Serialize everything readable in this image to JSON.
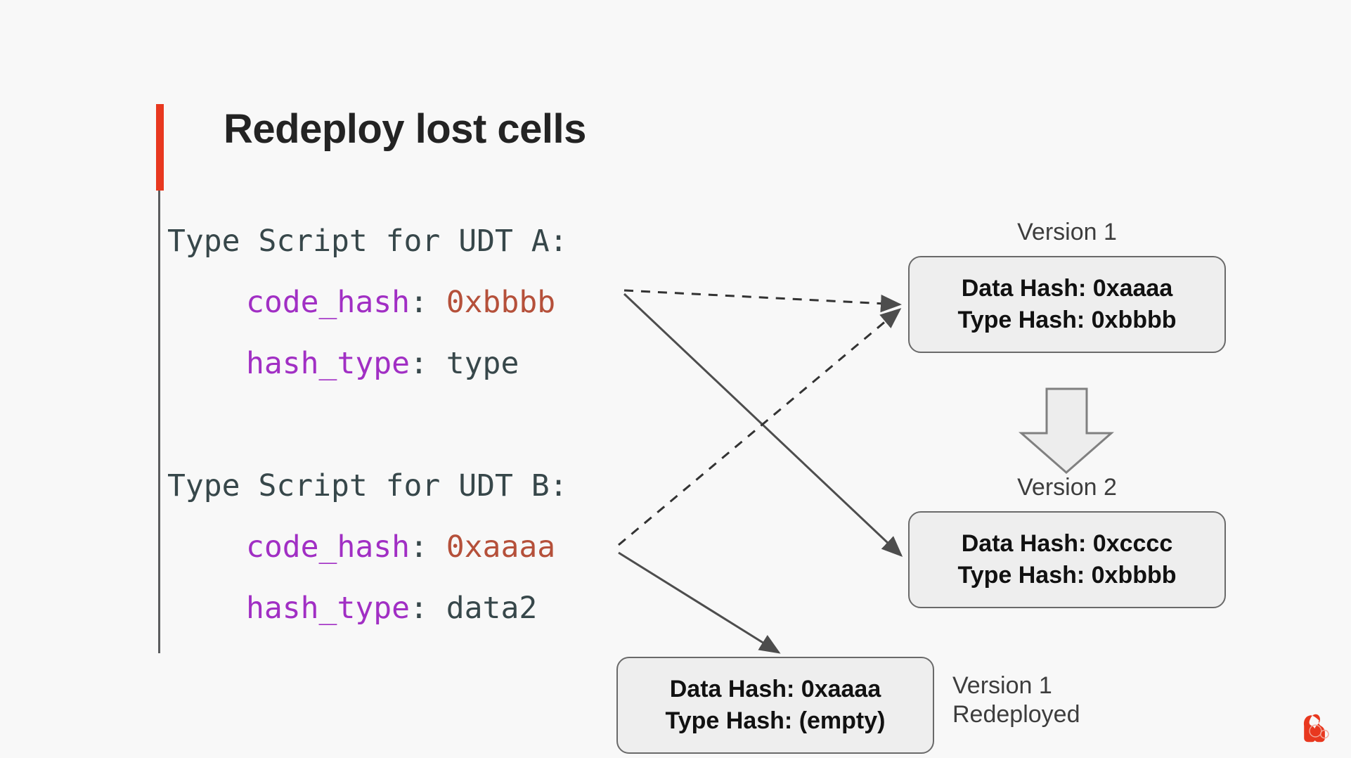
{
  "slide": {
    "title": "Redeploy lost cells",
    "accent_color": "#e8381f",
    "background_color": "#f8f8f8"
  },
  "code": {
    "language": "yaml",
    "colors": {
      "plain": "#37474a",
      "key": "#a12fc4",
      "hex_value": "#b5503a"
    },
    "lines": [
      {
        "indent": false,
        "tokens": [
          {
            "type": "plain",
            "text": "Type Script for UDT A:"
          }
        ]
      },
      {
        "indent": true,
        "tokens": [
          {
            "type": "key",
            "text": "code_hash"
          },
          {
            "type": "punc",
            "text": ": "
          },
          {
            "type": "hex",
            "text": "0xbbbb"
          }
        ]
      },
      {
        "indent": true,
        "tokens": [
          {
            "type": "key",
            "text": "hash_type"
          },
          {
            "type": "punc",
            "text": ": "
          },
          {
            "type": "plain",
            "text": "type"
          }
        ]
      },
      {
        "indent": false,
        "tokens": []
      },
      {
        "indent": false,
        "tokens": [
          {
            "type": "plain",
            "text": "Type Script for UDT B:"
          }
        ]
      },
      {
        "indent": true,
        "tokens": [
          {
            "type": "key",
            "text": "code_hash"
          },
          {
            "type": "punc",
            "text": ": "
          },
          {
            "type": "hex",
            "text": "0xaaaa"
          }
        ]
      },
      {
        "indent": true,
        "tokens": [
          {
            "type": "key",
            "text": "hash_type"
          },
          {
            "type": "punc",
            "text": ": "
          },
          {
            "type": "plain",
            "text": "data2"
          }
        ]
      }
    ]
  },
  "diagram": {
    "version_1_label": "Version 1",
    "version_2_label": "Version 2",
    "redeploy_label_line1": "Version 1",
    "redeploy_label_line2": "Redeployed",
    "cells": {
      "v1": {
        "data_hash": "Data Hash: 0xaaaa",
        "type_hash": "Type Hash: 0xbbbb"
      },
      "v2": {
        "data_hash": "Data Hash: 0xcccc",
        "type_hash": "Type Hash: 0xbbbb"
      },
      "redeployed": {
        "data_hash": "Data Hash: 0xaaaa",
        "type_hash": "Type Hash: (empty)"
      }
    },
    "upgrade_arrow": "down-block-arrow",
    "connectors": [
      {
        "name": "udt-a-to-v1",
        "style": "dashed",
        "from": "code_hash 0xbbbb",
        "to": "Version 1 cell"
      },
      {
        "name": "udt-a-to-v2",
        "style": "solid",
        "from": "code_hash 0xbbbb",
        "to": "Version 2 cell"
      },
      {
        "name": "udt-b-to-v1",
        "style": "dashed",
        "from": "code_hash 0xaaaa",
        "to": "Version 1 cell"
      },
      {
        "name": "udt-b-to-redeployed",
        "style": "solid",
        "from": "code_hash 0xaaaa",
        "to": "Redeployed cell"
      }
    ]
  },
  "brand": {
    "logo_name": "gorilla-logo",
    "color": "#e8381f"
  }
}
